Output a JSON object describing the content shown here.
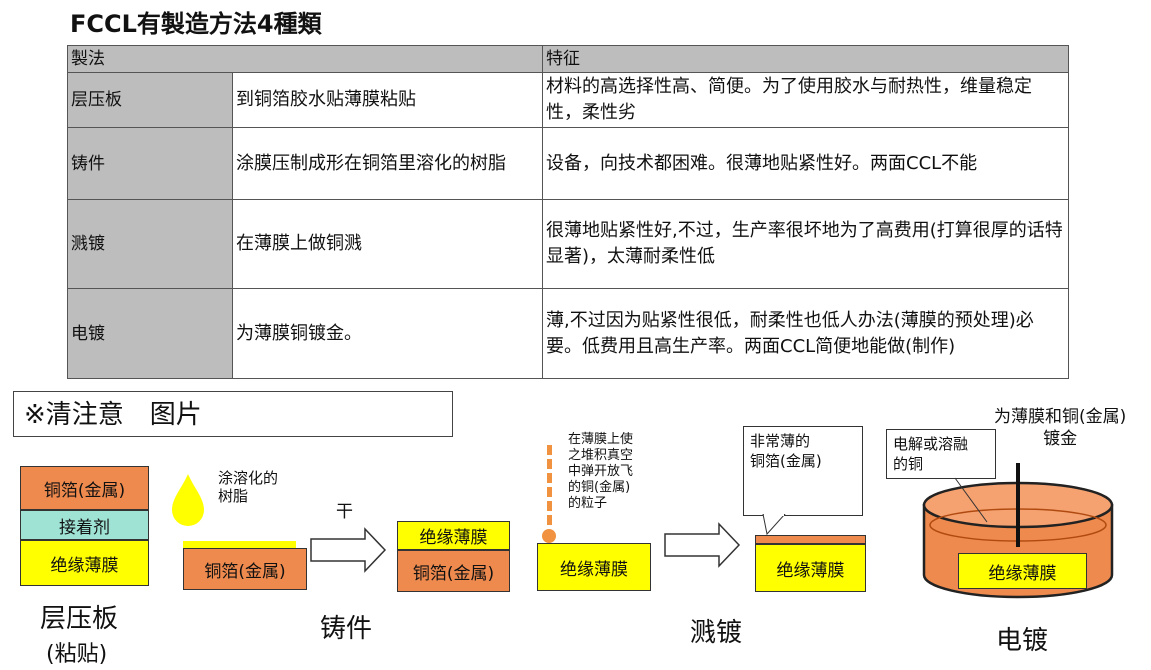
{
  "title": "FCCL有製造方法4種類",
  "table": {
    "headers": [
      "製法",
      "特征"
    ],
    "rows": [
      {
        "method": "层压板",
        "process": "到铜箔胶水贴薄膜粘贴",
        "feature": "材料的高选择性高、简便。为了使用胶水与耐热性，维量稳定性，柔性劣"
      },
      {
        "method": "铸件",
        "process": "涂膜压制成形在铜箔里溶化的树脂",
        "feature": "设备，向技术都困难。很薄地贴紧性好。两面CCL不能"
      },
      {
        "method": "溅镀",
        "process": "在薄膜上做铜溅",
        "feature": "很薄地贴紧性好,不过，生产率很坏地为了高费用(打算很厚的话特显著)，太薄耐柔性低"
      },
      {
        "method": "电镀",
        "process": "为薄膜铜镀金。",
        "feature": "薄,不过因为贴紧性很低，耐柔性也低人办法(薄膜的预处理)必要。低费用且高生产率。两面CCL简便地能做(制作)"
      }
    ]
  },
  "note": "※清注意　图片",
  "laminate": {
    "copper": "铜箔(金属)",
    "adhesive": "接着剂",
    "film": "绝缘薄膜",
    "caption": "层压板",
    "subcaption": "(粘贴)"
  },
  "casting": {
    "resin_label": "涂溶化的\n树脂",
    "foil_before": "铜箔(金属)",
    "arrow_label": "干",
    "film": "绝缘薄膜",
    "foil_after": "铜箔(金属)",
    "caption": "铸件"
  },
  "sputter": {
    "particle_label": "在薄膜上使\n之堆积真空\n中弹开放飞\n的铜(金属)\n的粒子",
    "film_before": "绝缘薄膜",
    "callout": "非常薄的\n铜箔(金属)",
    "film_after": "绝缘薄膜",
    "caption": "溅镀"
  },
  "plating": {
    "top_label": "为薄膜和铜(金属)\n镀金",
    "callout": "电解或溶融\n的铜",
    "film": "绝缘薄膜",
    "caption": "电镀"
  },
  "colors": {
    "copper": "#ee8a4e",
    "adhesive": "#9fe3d4",
    "film": "#ffff00",
    "header": "#bdbdbd",
    "particle": "#f0923f"
  }
}
